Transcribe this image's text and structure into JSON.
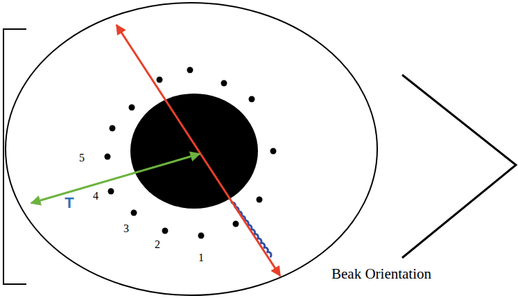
{
  "diagram": {
    "labels": [
      "5",
      "T",
      "4",
      "3",
      "2",
      "1",
      "Beak Orientation"
    ]
  }
}
